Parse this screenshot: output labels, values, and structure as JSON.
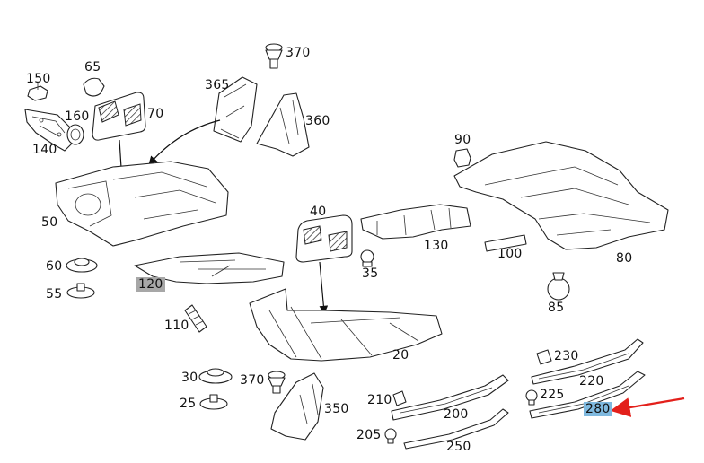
{
  "diagram": {
    "labels": {
      "p150": "150",
      "p65": "65",
      "p370a": "370",
      "p365": "365",
      "p70": "70",
      "p160": "160",
      "p360": "360",
      "p140": "140",
      "p50": "50",
      "p90": "90",
      "p40": "40",
      "p130": "130",
      "p100": "100",
      "p80": "80",
      "p60": "60",
      "p35": "35",
      "p55": "55",
      "p120": "120",
      "p85": "85",
      "p110": "110",
      "p20": "20",
      "p230": "230",
      "p30": "30",
      "p370b": "370",
      "p220": "220",
      "p210": "210",
      "p225": "225",
      "p25": "25",
      "p350": "350",
      "p200": "200",
      "p280": "280",
      "p205": "205",
      "p250": "250"
    },
    "highlight": {
      "selected_part": "280",
      "gray_part": "120",
      "arrow_color": "#e3201b",
      "highlight_color": "#7fb9df",
      "gray_color": "#a7a7a7"
    }
  }
}
